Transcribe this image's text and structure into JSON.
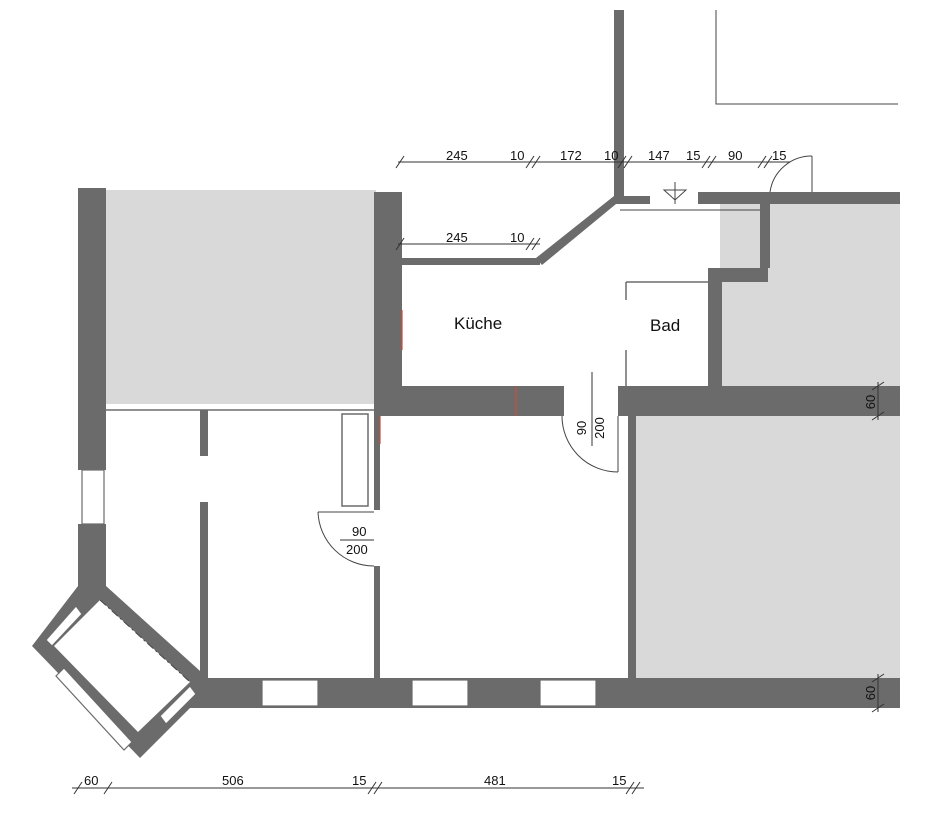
{
  "rooms": {
    "kitchen": "Küche",
    "bath": "Bad"
  },
  "dimensions": {
    "top_row": [
      "245",
      "10",
      "172",
      "10",
      "147",
      "15",
      "90",
      "15"
    ],
    "second_row": [
      "245",
      "10"
    ],
    "bottom_row": [
      "60",
      "506",
      "15",
      "481",
      "15"
    ],
    "right_upper": "60",
    "right_lower": "60"
  },
  "doors": {
    "door_a_width": "90",
    "door_a_height": "200",
    "door_b_width": "90",
    "door_b_height": "200"
  },
  "colors": {
    "wall": "#6b6b6b",
    "neighbor_room": "#d9d9d9"
  }
}
